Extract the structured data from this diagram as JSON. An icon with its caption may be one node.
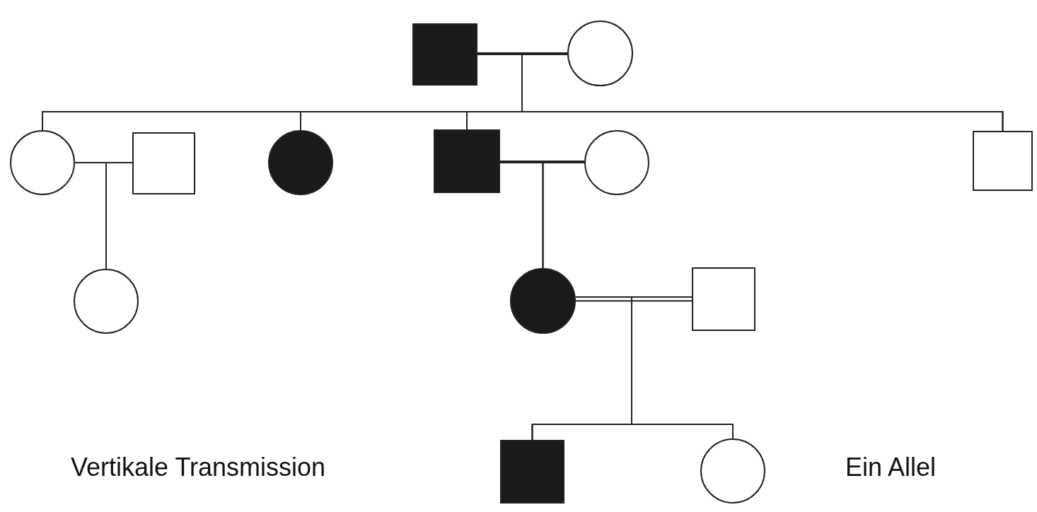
{
  "diagram": {
    "nodes": [
      {
        "text": [],
        "shape": "box"
      },
      {
        "text": [],
        "shape": "circle"
      },
      {
        "text": [],
        "shape": "circle"
      },
      {
        "text": [],
        "shape": "box"
      },
      {
        "text": [],
        "shape": "circle"
      },
      {
        "text": [],
        "shape": "box"
      },
      {
        "text": [],
        "shape": "circle"
      },
      {
        "text": [],
        "shape": "box"
      },
      {
        "text": [],
        "shape": "circle"
      },
      {
        "text": [],
        "shape": "circle"
      },
      {
        "text": [],
        "shape": "box"
      },
      {
        "text": [],
        "shape": "box"
      },
      {
        "text": [],
        "shape": "circle"
      }
    ],
    "edges": [
      {
        "from": 0,
        "to": 1,
        "arrow": "none"
      },
      {
        "from": 0,
        "to": 2,
        "arrow": "none"
      },
      {
        "from": 1,
        "to": 2,
        "arrow": "none"
      },
      {
        "from": 0,
        "to": 4,
        "arrow": "none"
      },
      {
        "from": 1,
        "to": 4,
        "arrow": "none"
      },
      {
        "from": 0,
        "to": 5,
        "arrow": "none"
      },
      {
        "from": 1,
        "to": 5,
        "arrow": "none"
      },
      {
        "from": 0,
        "to": 7,
        "arrow": "none"
      },
      {
        "from": 1,
        "to": 7,
        "arrow": "none"
      },
      {
        "from": 2,
        "to": 3,
        "arrow": "none"
      },
      {
        "from": 2,
        "to": 8,
        "arrow": "none"
      },
      {
        "from": 3,
        "to": 8,
        "arrow": "none"
      },
      {
        "from": 5,
        "to": 6,
        "arrow": "none"
      },
      {
        "from": 5,
        "to": 9,
        "arrow": "none"
      },
      {
        "from": 6,
        "to": 9,
        "arrow": "none"
      },
      {
        "from": 9,
        "to": 10,
        "arrow": "none"
      },
      {
        "from": 9,
        "to": 11,
        "arrow": "none"
      },
      {
        "from": 10,
        "to": 11,
        "arrow": "none"
      },
      {
        "from": 9,
        "to": 12,
        "arrow": "none"
      },
      {
        "from": 10,
        "to": 12,
        "arrow": "none"
      }
    ],
    "labels": [
      "Vertikale Transmission",
      "Ein Allel"
    ]
  }
}
